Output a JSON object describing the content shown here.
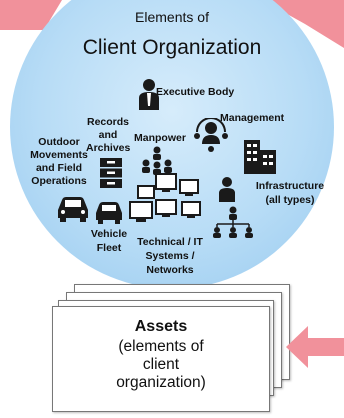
{
  "title": {
    "line1": "Elements of",
    "line2": "Client Organization"
  },
  "elements": {
    "executive_body": "Executive Body",
    "management": "Management",
    "records": [
      "Records",
      "and",
      "Archives"
    ],
    "manpower": "Manpower",
    "outdoor": [
      "Outdoor",
      "Movements",
      "and Field",
      "Operations"
    ],
    "infrastructure": [
      "Infrastructure",
      "(all types)"
    ],
    "vehicle_fleet": [
      "Vehicle",
      "Fleet"
    ],
    "technical": [
      "Technical / IT",
      "Systems /",
      "Networks"
    ]
  },
  "assets": {
    "title": "Assets",
    "subtitle": [
      "(elements of",
      "client",
      "organization)"
    ]
  },
  "colors": {
    "arrow": "#f1919b",
    "circle": "#b7dcf6",
    "icon": "#1a1a1a"
  }
}
